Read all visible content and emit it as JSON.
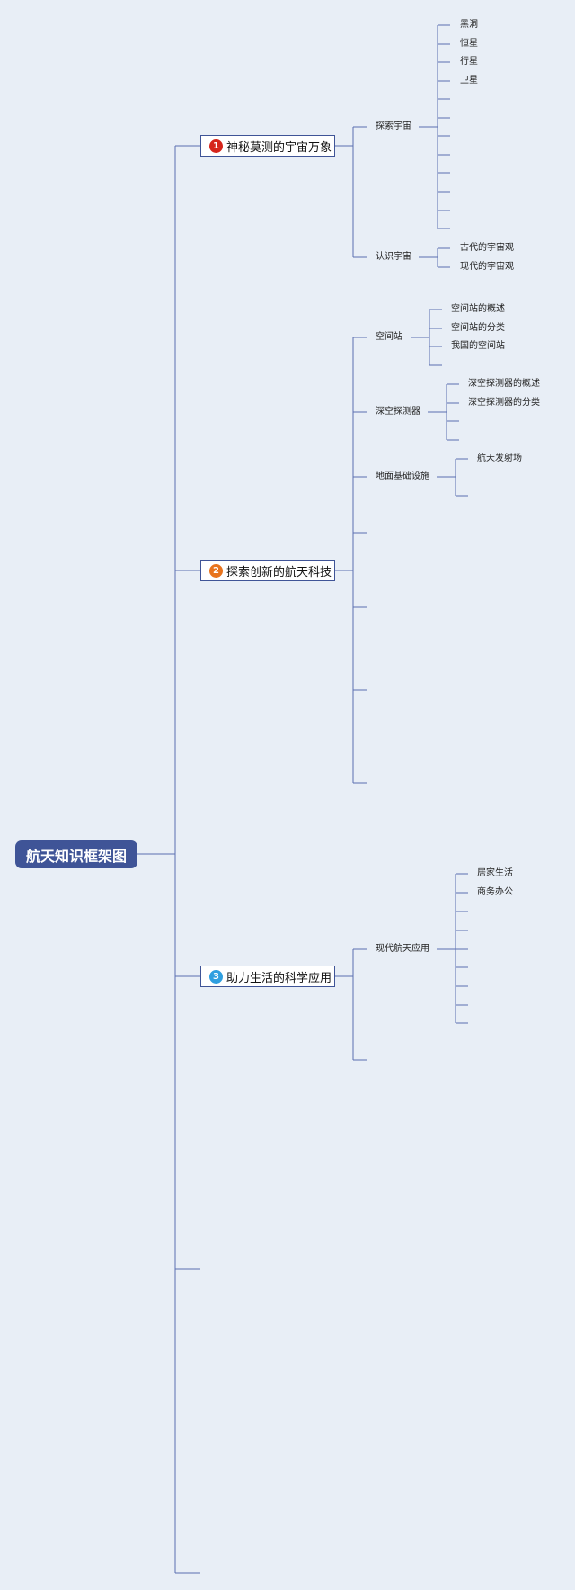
{
  "diagram": {
    "root": {
      "label": "航天知识框架图"
    },
    "branches": [
      {
        "label": "神秘莫测的宇宙万象",
        "number": "1",
        "color": "#d6251b",
        "children": [
          {
            "label": "探索宇宙",
            "children": [
              "黑洞",
              "恒星",
              "行星",
              "卫星",
              "",
              "",
              "",
              "",
              "",
              "",
              "",
              ""
            ]
          },
          {
            "label": "认识宇宙",
            "children": [
              "古代的宇宙观",
              "现代的宇宙观"
            ]
          }
        ]
      },
      {
        "label": "探索创新的航天科技",
        "number": "2",
        "color": "#e8741e",
        "children": [
          {
            "label": "空间站",
            "children": [
              "空间站的概述",
              "空间站的分类",
              "我国的空间站",
              ""
            ]
          },
          {
            "label": "深空探测器",
            "children": [
              "深空探测器的概述",
              "深空探测器的分类",
              "",
              ""
            ]
          },
          {
            "label": "地面基础设施",
            "children": [
              "航天发射场",
              ""
            ]
          },
          {
            "label": "",
            "children": []
          },
          {
            "label": "",
            "children": []
          },
          {
            "label": "",
            "children": []
          },
          {
            "label": "",
            "children": []
          }
        ]
      },
      {
        "label": "助力生活的科学应用",
        "number": "3",
        "color": "#2f9fe0",
        "children": [
          {
            "label": "现代航天应用",
            "children": [
              "居家生活",
              "商务办公",
              "",
              "",
              "",
              "",
              "",
              "",
              ""
            ]
          },
          {
            "label": "",
            "children": []
          }
        ]
      }
    ],
    "extra_root_branches": 2,
    "line_color": "#5a6fb0"
  }
}
